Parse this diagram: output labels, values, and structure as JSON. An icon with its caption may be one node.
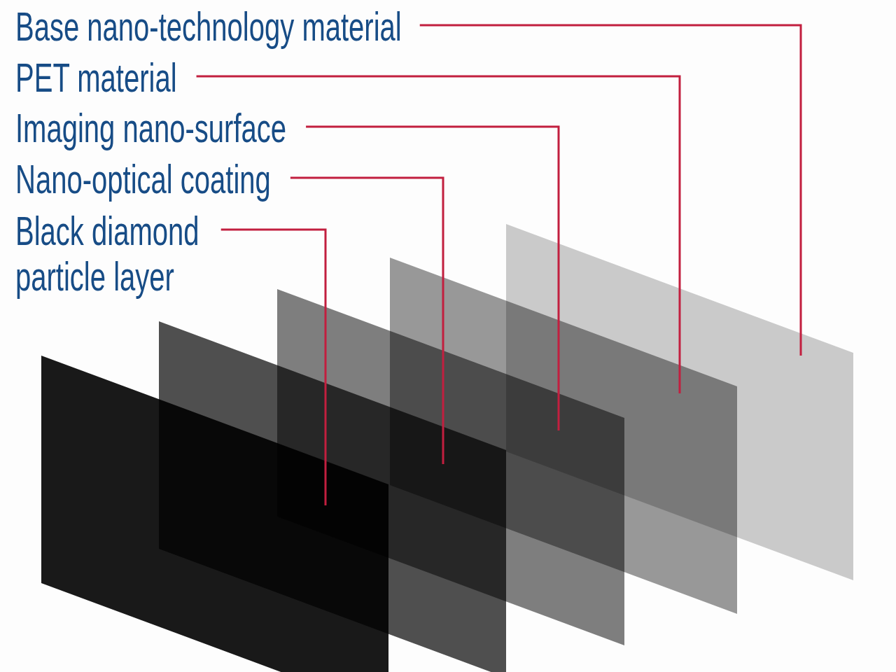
{
  "diagram": {
    "nodes": [
      {
        "text": [
          "Base nano-technology material"
        ]
      },
      {
        "text": [
          "PET material"
        ]
      },
      {
        "text": [
          "Imaging nano-surface"
        ]
      },
      {
        "text": [
          "Nano-optical coating"
        ]
      },
      {
        "text": [
          "Black diamond particle layer"
        ]
      },
      {
        "text": [],
        "shape": "box"
      },
      {
        "text": [],
        "shape": "box"
      },
      {
        "text": [],
        "shape": "box"
      },
      {
        "text": [],
        "shape": "box"
      },
      {
        "text": [],
        "shape": "box"
      }
    ],
    "edges": [
      {
        "from": 0,
        "to": 9,
        "arrow": "none"
      },
      {
        "from": 1,
        "to": 8,
        "arrow": "none"
      },
      {
        "from": 2,
        "to": 7,
        "arrow": "none"
      },
      {
        "from": 3,
        "to": 6,
        "arrow": "none"
      },
      {
        "from": 4,
        "to": 5,
        "arrow": "none"
      }
    ]
  }
}
